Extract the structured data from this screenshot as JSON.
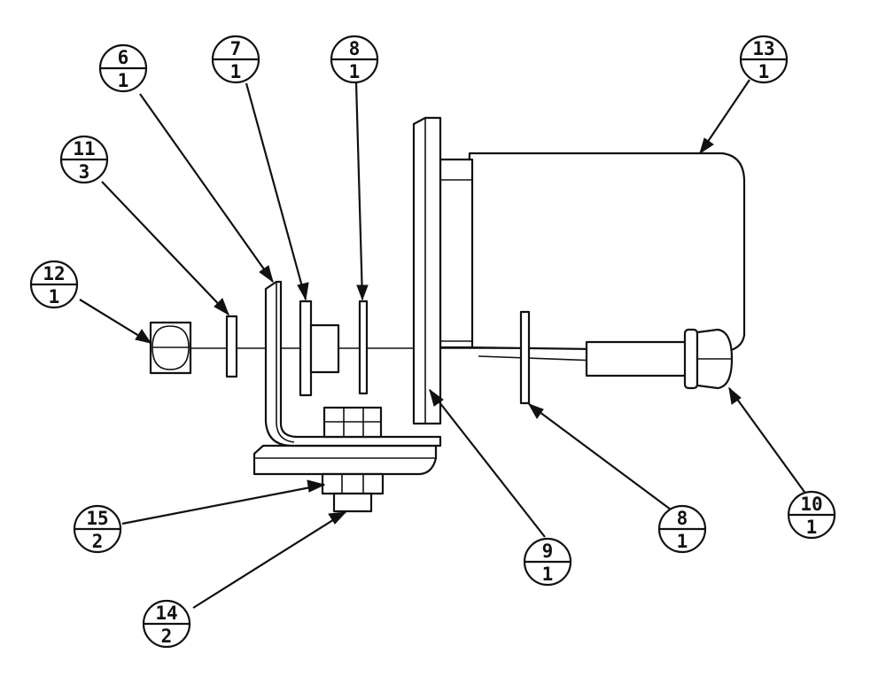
{
  "callouts": [
    {
      "id": "callout-6-top",
      "item": "6",
      "qty": "1"
    },
    {
      "id": "callout-7-top",
      "item": "7",
      "qty": "1"
    },
    {
      "id": "callout-8-top",
      "item": "8",
      "qty": "1"
    },
    {
      "id": "callout-11",
      "item": "11",
      "qty": "3"
    },
    {
      "id": "callout-12",
      "item": "12",
      "qty": "1"
    },
    {
      "id": "callout-13",
      "item": "13",
      "qty": "1"
    },
    {
      "id": "callout-15",
      "item": "15",
      "qty": "2"
    },
    {
      "id": "callout-14",
      "item": "14",
      "qty": "2"
    },
    {
      "id": "callout-9",
      "item": "9",
      "qty": "1"
    },
    {
      "id": "callout-8-bottom",
      "item": "8",
      "qty": "1"
    },
    {
      "id": "callout-10",
      "item": "10",
      "qty": "1"
    }
  ]
}
